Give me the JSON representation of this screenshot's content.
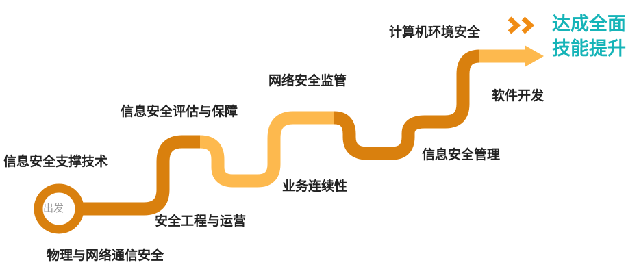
{
  "start_label": "出发",
  "goal_lines": [
    "达成全面",
    "技能提升"
  ],
  "stage_labels": {
    "physical_network": "物理与网络通信安全",
    "support_tech": "信息安全支撑技术",
    "security_engineering": "安全工程与运营",
    "assessment": "信息安全评估与保障",
    "business_continuity": "业务连续性",
    "network_supervision": "网络安全监管",
    "management": "信息安全管理",
    "software_dev": "软件开发",
    "computing_env": "计算机环境安全"
  },
  "colors": {
    "path_dark": "#D9800E",
    "path_light": "#FDB94E",
    "arrow_orange": "#F08C14",
    "goal_teal": "#16B4B8",
    "label_text": "#222222",
    "start_text": "#9A9A9A"
  }
}
